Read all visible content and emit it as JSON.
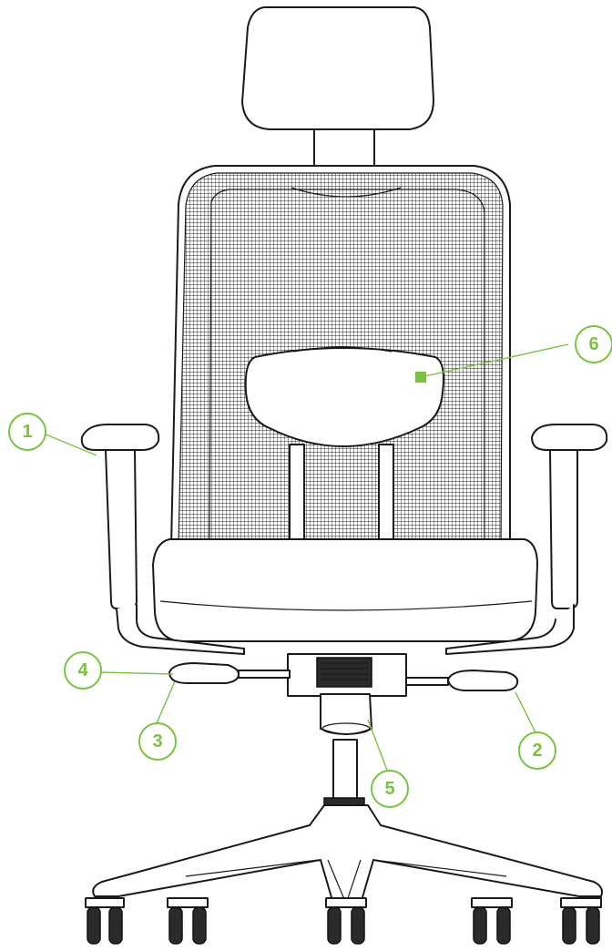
{
  "diagram": {
    "accent_color": "#7cc242",
    "line_color": "#1a1a1a",
    "callouts": [
      {
        "id": "1",
        "label": "1"
      },
      {
        "id": "2",
        "label": "2"
      },
      {
        "id": "3",
        "label": "3"
      },
      {
        "id": "4",
        "label": "4"
      },
      {
        "id": "5",
        "label": "5"
      },
      {
        "id": "6",
        "label": "6"
      }
    ]
  }
}
